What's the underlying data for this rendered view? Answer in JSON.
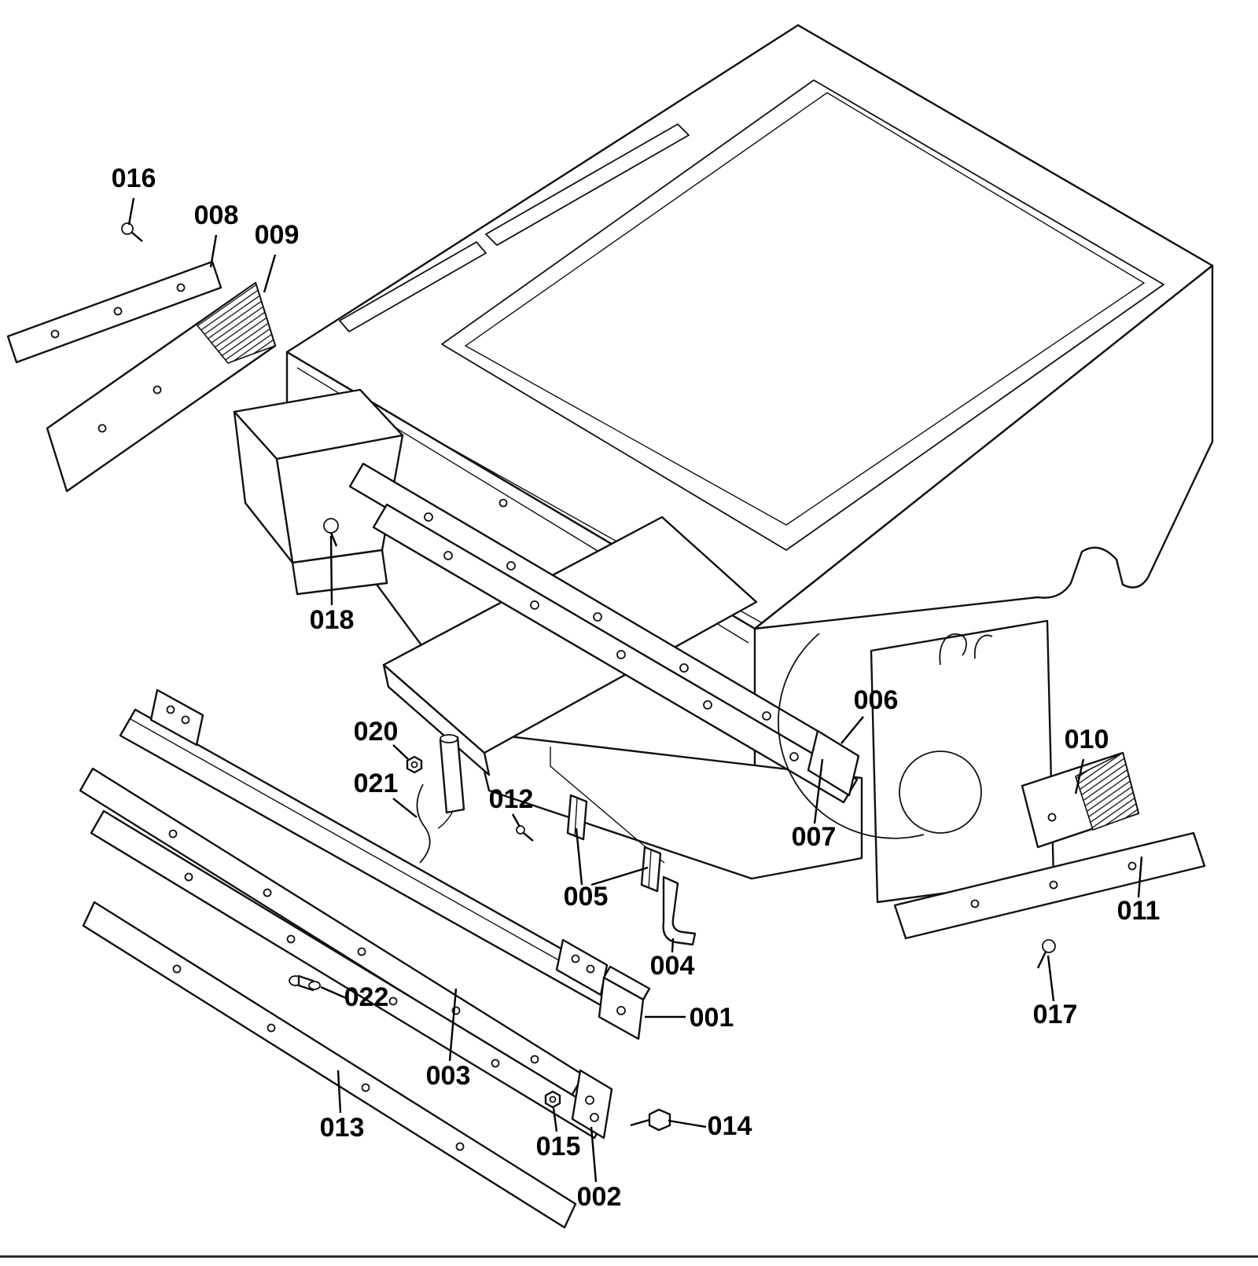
{
  "meta": {
    "type": "exploded-parts-diagram",
    "background_color": "#ffffff",
    "line_color": "#111111",
    "label_color": "#000000"
  },
  "callouts": [
    {
      "id": "016",
      "label": "016"
    },
    {
      "id": "008",
      "label": "008"
    },
    {
      "id": "009",
      "label": "009"
    },
    {
      "id": "018",
      "label": "018"
    },
    {
      "id": "020",
      "label": "020"
    },
    {
      "id": "021",
      "label": "021"
    },
    {
      "id": "012",
      "label": "012"
    },
    {
      "id": "005",
      "label": "005"
    },
    {
      "id": "004",
      "label": "004"
    },
    {
      "id": "006",
      "label": "006"
    },
    {
      "id": "007",
      "label": "007"
    },
    {
      "id": "010",
      "label": "010"
    },
    {
      "id": "011",
      "label": "011"
    },
    {
      "id": "017",
      "label": "017"
    },
    {
      "id": "001",
      "label": "001"
    },
    {
      "id": "022",
      "label": "022"
    },
    {
      "id": "003",
      "label": "003"
    },
    {
      "id": "013",
      "label": "013"
    },
    {
      "id": "015",
      "label": "015"
    },
    {
      "id": "002",
      "label": "002"
    },
    {
      "id": "014",
      "label": "014"
    }
  ]
}
